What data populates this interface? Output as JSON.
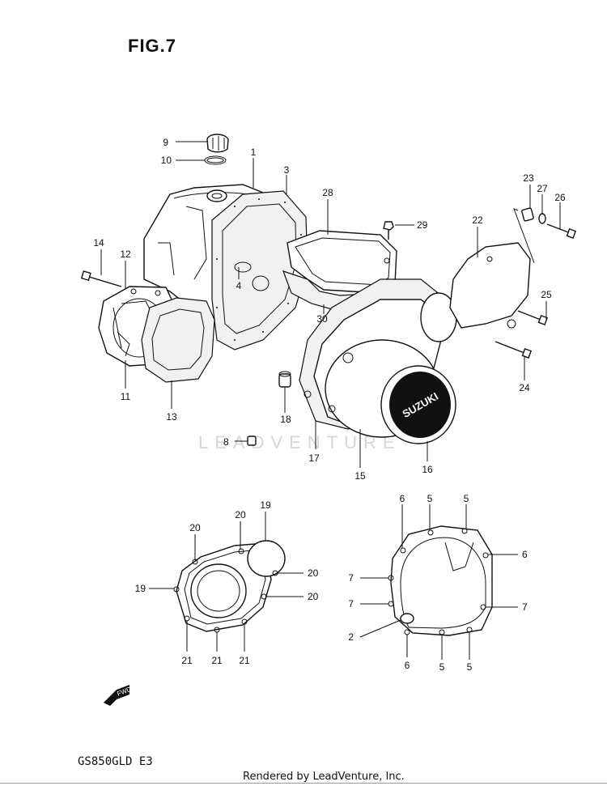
{
  "header": {
    "figure_title": "FIG.7"
  },
  "footer": {
    "model_code": "GS850GLD  E3",
    "rendered_by": "Rendered by LeadVenture, Inc."
  },
  "watermark": {
    "text": "LEADVENTURE"
  },
  "emblem": {
    "brand": "SUZUKI",
    "fwd_arrow": "FWD"
  },
  "callouts": {
    "c1": "1",
    "c2": "2",
    "c3": "3",
    "c4": "4",
    "c5a": "5",
    "c5b": "5",
    "c5c": "5",
    "c5d": "5",
    "c6a": "6",
    "c6b": "6",
    "c6c": "6",
    "c7a": "7",
    "c7b": "7",
    "c7c": "7",
    "c8": "8",
    "c9": "9",
    "c10": "10",
    "c11": "11",
    "c12": "12",
    "c13": "13",
    "c14": "14",
    "c15": "15",
    "c16": "16",
    "c17": "17",
    "c18": "18",
    "c19a": "19",
    "c19b": "19",
    "c20a": "20",
    "c20b": "20",
    "c20c": "20",
    "c20d": "20",
    "c21a": "21",
    "c21b": "21",
    "c21c": "21",
    "c22": "22",
    "c23": "23",
    "c24": "24",
    "c25": "25",
    "c26": "26",
    "c27": "27",
    "c28": "28",
    "c29": "29",
    "c30": "30"
  }
}
